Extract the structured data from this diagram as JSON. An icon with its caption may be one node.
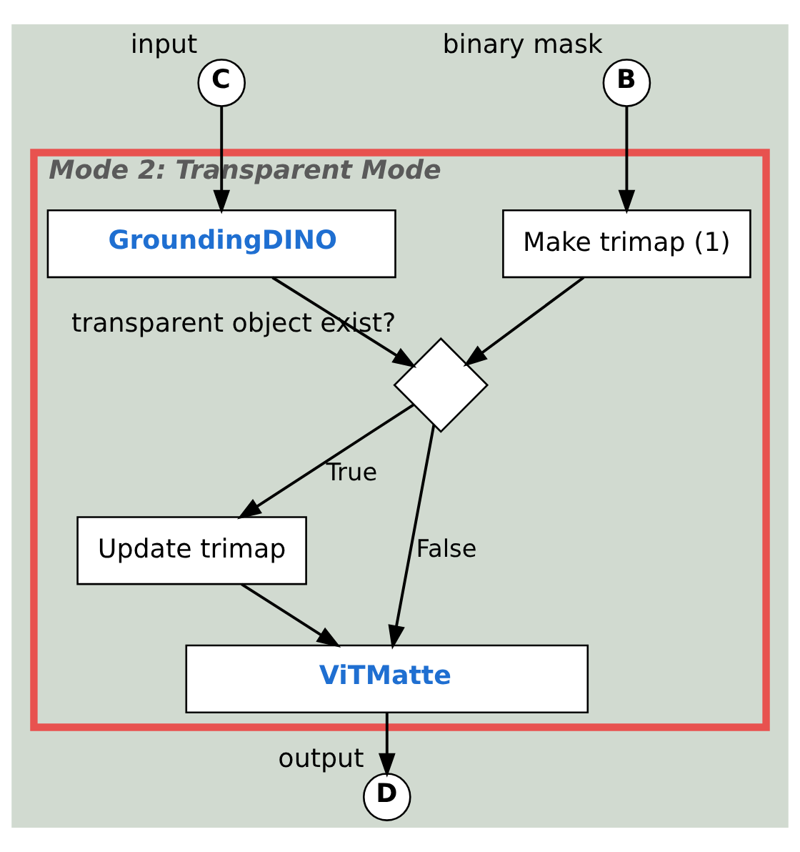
{
  "diagram": {
    "nodes": [
      {
        "text": [
          "Mode 2: Transparent Mode"
        ]
      },
      {
        "text": [
          "C"
        ],
        "beside": [
          "input"
        ]
      },
      {
        "text": [
          "B"
        ],
        "beside": [
          "binary mask"
        ]
      },
      {
        "text": [
          "Make trimap (1)"
        ],
        "in": 0
      },
      {
        "text": [
          "GroundingDINO"
        ],
        "in": 0
      },
      {
        "text": [],
        "shape": "diamond",
        "beside": [
          "transparent object exist?"
        ],
        "in": 0
      },
      {
        "text": [
          "Update trimap"
        ],
        "in": 0
      },
      {
        "text": [
          "ViTMatte"
        ],
        "in": 0
      },
      {
        "text": [
          "D"
        ],
        "beside": [
          "output"
        ]
      }
    ],
    "edges": [
      {
        "from": 1,
        "to": 4,
        "arrow": "to"
      },
      {
        "from": 2,
        "to": 3,
        "arrow": "to"
      },
      {
        "from": 3,
        "to": 5,
        "arrow": "to"
      },
      {
        "from": 4,
        "to": 5,
        "arrow": "to"
      },
      {
        "from": 5,
        "to": 6,
        "arrow": "to",
        "label": "True"
      },
      {
        "from": 5,
        "to": 7,
        "arrow": "to",
        "label": "False"
      },
      {
        "from": 6,
        "to": 7,
        "arrow": "to"
      },
      {
        "from": 7,
        "to": 8,
        "arrow": "to"
      }
    ]
  }
}
